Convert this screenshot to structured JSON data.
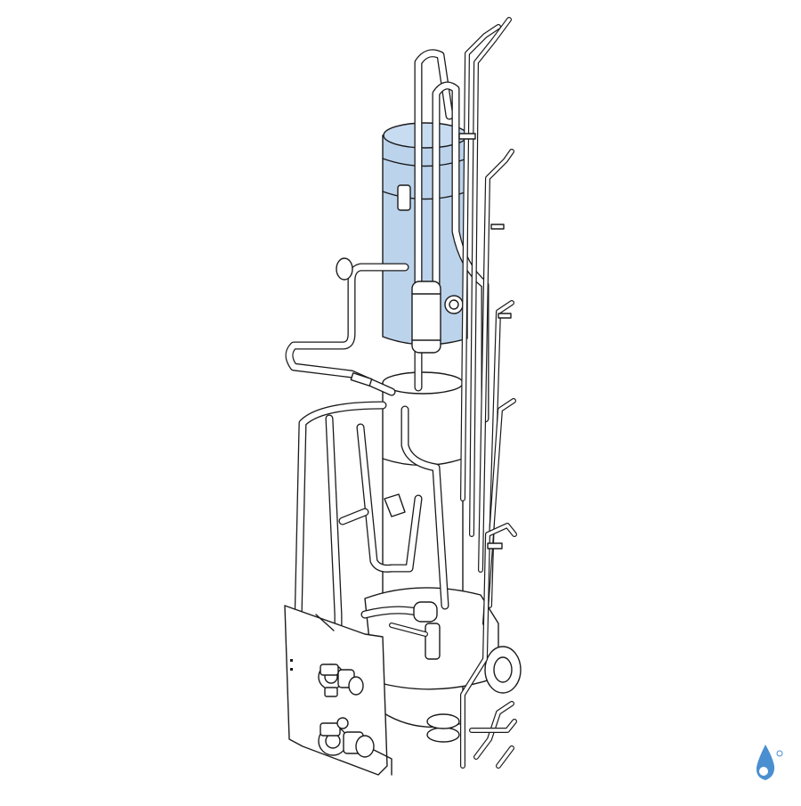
{
  "diagram": {
    "subject": "refrigerant-piping-assembly",
    "colors": {
      "outline": "#1a1a1a",
      "pipe_fill": "#ffffff",
      "highlight_tank": "#bcd3ec",
      "logo_blue": "#4a8fd0"
    },
    "components": [
      {
        "name": "upper-vessel-highlighted"
      },
      {
        "name": "lower-compressor-tank"
      },
      {
        "name": "bottom-heat-exchanger"
      },
      {
        "name": "service-valve-plate"
      },
      {
        "name": "service-valve-upper"
      },
      {
        "name": "service-valve-lower"
      },
      {
        "name": "expansion-valve"
      },
      {
        "name": "four-way-valve"
      },
      {
        "name": "vertical-pipe-bundle"
      }
    ],
    "icons": {
      "brand": "water-drop-logo-icon"
    }
  }
}
